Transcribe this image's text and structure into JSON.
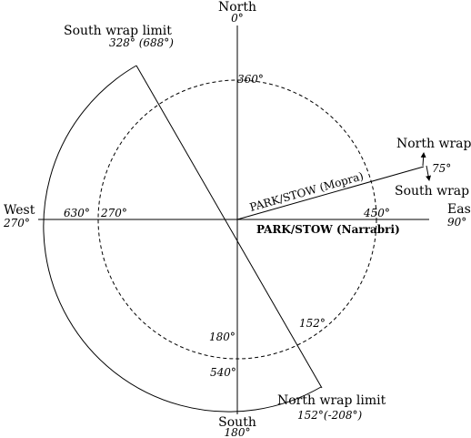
{
  "cardinal": {
    "north": {
      "name": "North",
      "angle": "0°"
    },
    "south": {
      "name": "South",
      "angle": "180°"
    },
    "east": {
      "name": "East",
      "angle": "90°"
    },
    "west": {
      "name": "West",
      "angle": "270°"
    }
  },
  "limits": {
    "south": {
      "name": "South wrap limit",
      "angle": "328° (688°)"
    },
    "north": {
      "name": "North wrap limit",
      "angle": "152°(-208°)"
    }
  },
  "inner_circle_angles": {
    "top": "360°",
    "left": "270°",
    "bottom": "180°",
    "right_limit": "152°"
  },
  "outer_circle_angles": {
    "left": "630°",
    "right": "450°",
    "bottom": "540°"
  },
  "park_stow": {
    "mopra": "PARK/STOW (Mopra)",
    "narrabri": "PARK/STOW (Narrabri)"
  },
  "wrap": {
    "north": "North wrap",
    "south": "South wrap",
    "angle": "75°"
  }
}
